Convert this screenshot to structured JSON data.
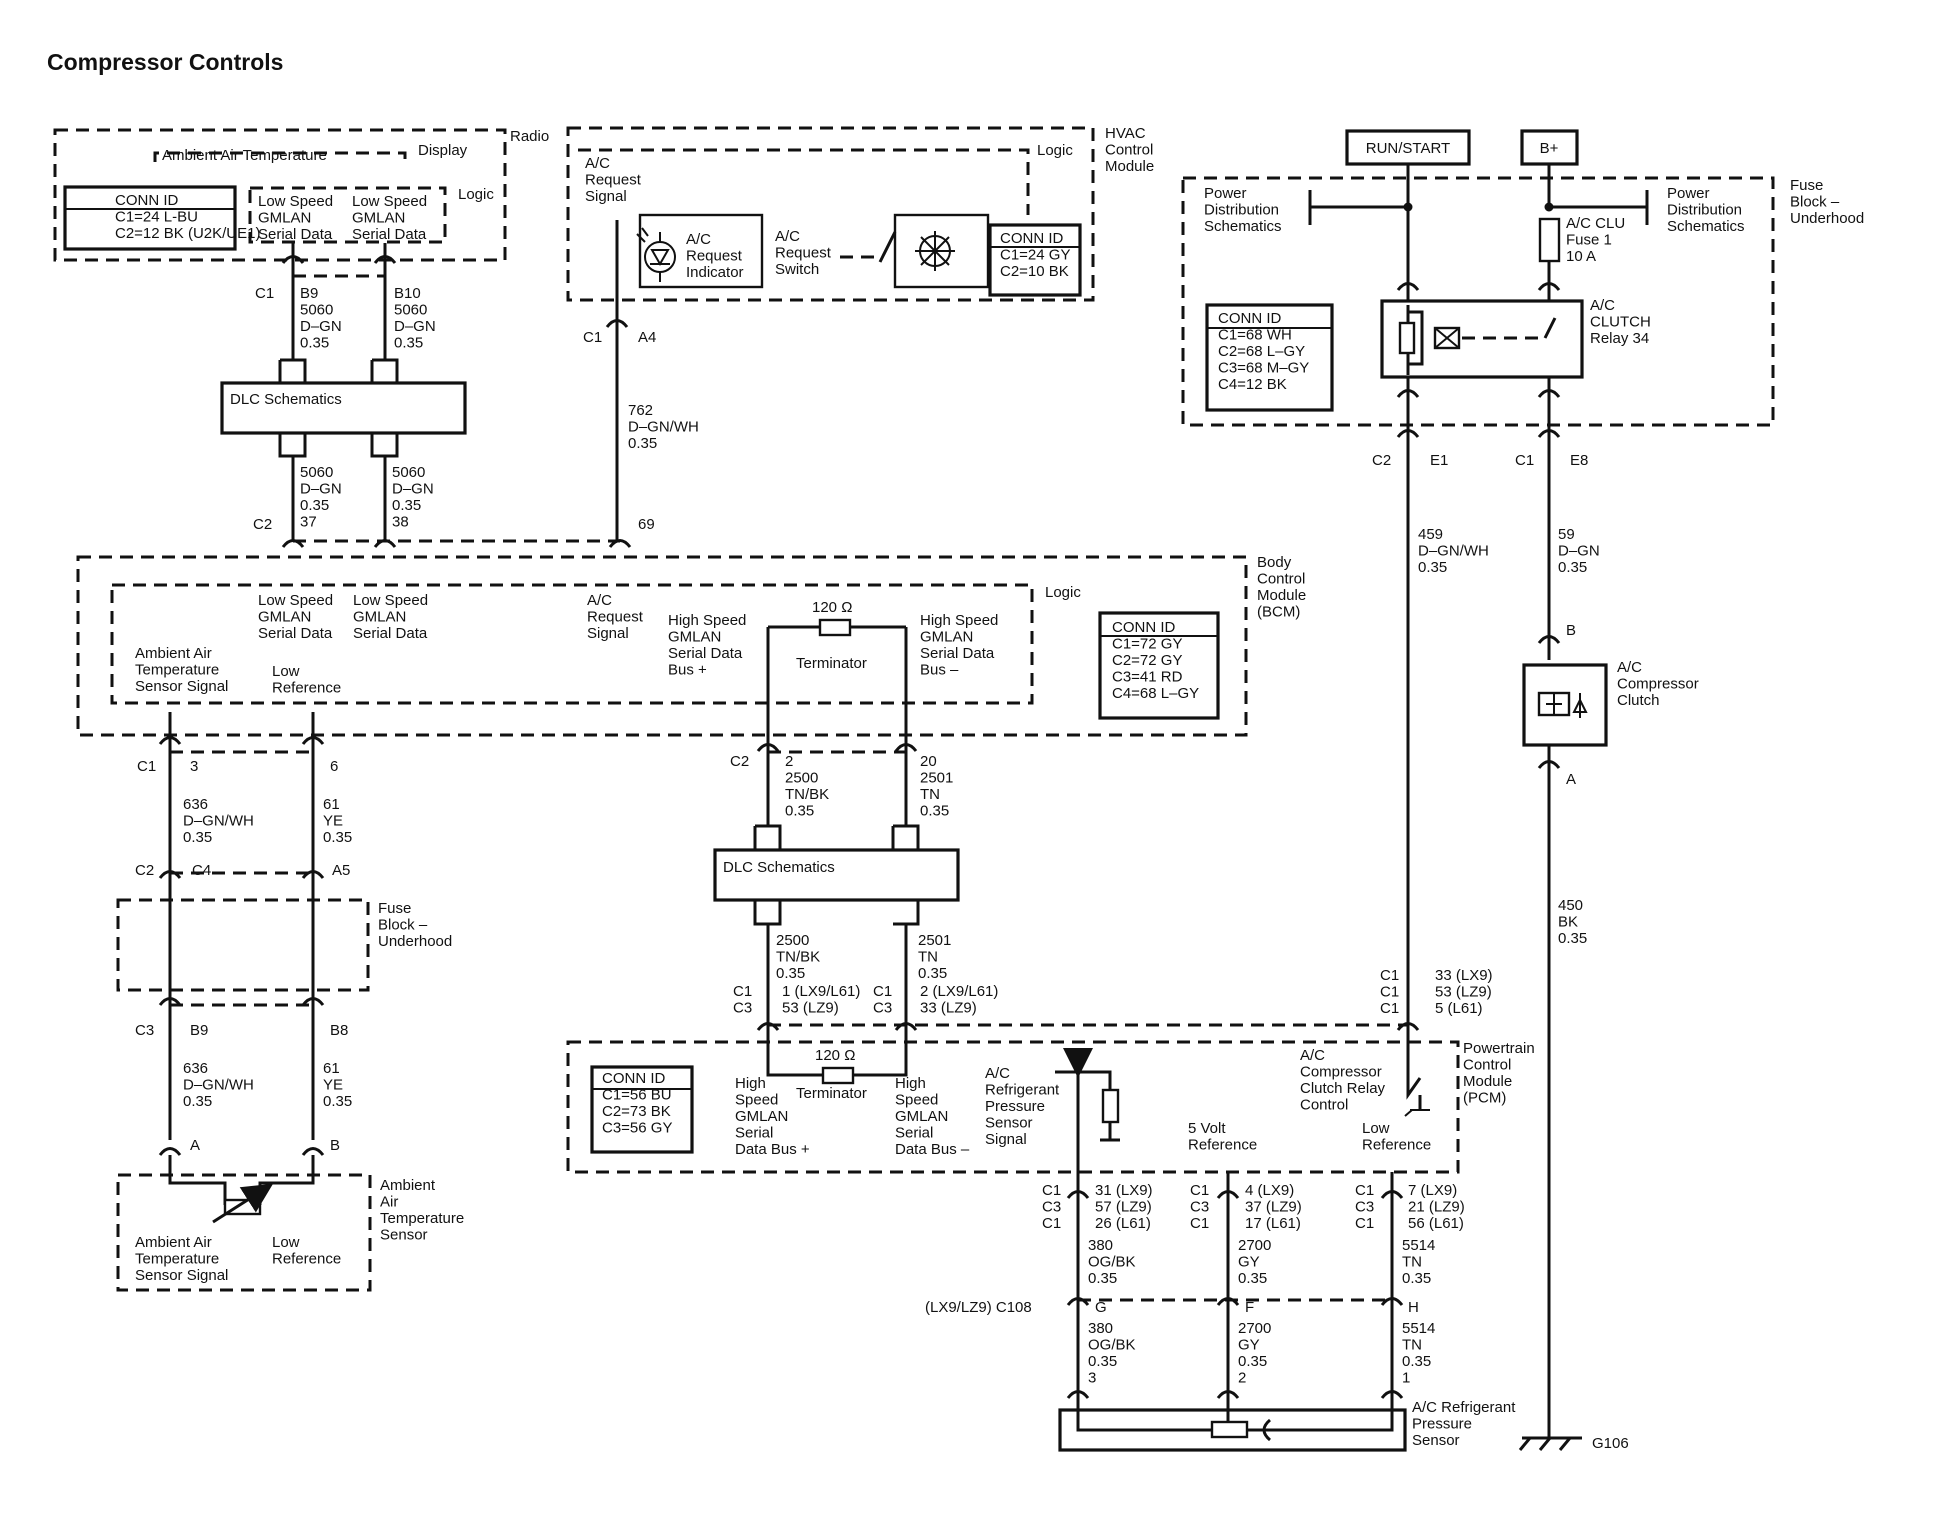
{
  "title": "Compressor Controls",
  "modules": {
    "radio": {
      "name": "Radio",
      "display": "Display",
      "logic": "Logic",
      "ambient": "Ambient Air Temperature",
      "conn": [
        "CONN ID",
        "C1=24 L-BU",
        "C2=12 BK (U2K/UE1)"
      ],
      "lsg1": [
        "Low Speed",
        "GMLAN",
        "Serial Data"
      ],
      "lsg2": [
        "Low Speed",
        "GMLAN",
        "Serial Data"
      ]
    },
    "hvac": {
      "name": [
        "HVAC",
        "Control",
        "Module"
      ],
      "logic": "Logic",
      "request": [
        "A/C",
        "Request",
        "Signal"
      ],
      "indicator": [
        "A/C",
        "Request",
        "Indicator"
      ],
      "switch": [
        "A/C",
        "Request",
        "Switch"
      ],
      "conn": [
        "CONN ID",
        "C1=24 GY",
        "C2=10 BK"
      ]
    },
    "fuse_top": {
      "name": [
        "Fuse",
        "Block –",
        "Underhood"
      ],
      "pds1": [
        "Power",
        "Distribution",
        "Schematics"
      ],
      "pds2": [
        "Power",
        "Distribution",
        "Schematics"
      ],
      "fuse": [
        "A/C CLU",
        "Fuse 1",
        "10 A"
      ],
      "relay": [
        "A/C",
        "CLUTCH",
        "Relay 34"
      ],
      "conn": [
        "CONN ID",
        "C1=68 WH",
        "C2=68 L–GY",
        "C3=68 M–GY",
        "C4=12 BK"
      ]
    },
    "bcm": {
      "name": [
        "Body",
        "Control",
        "Module",
        "(BCM)"
      ],
      "logic": "Logic",
      "lsg1": [
        "Low Speed",
        "GMLAN",
        "Serial Data"
      ],
      "lsg2": [
        "Low Speed",
        "GMLAN",
        "Serial Data"
      ],
      "acreq": [
        "A/C",
        "Request",
        "Signal"
      ],
      "hsp": [
        "High Speed",
        "GMLAN",
        "Serial Data",
        "Bus +"
      ],
      "hsm": [
        "High Speed",
        "GMLAN",
        "Serial Data",
        "Bus –"
      ],
      "term_ohm": "120 Ω",
      "terminator": "Terminator",
      "amb": [
        "Ambient Air",
        "Temperature",
        "Sensor Signal"
      ],
      "lowref": [
        "Low",
        "Reference"
      ],
      "conn": [
        "CONN ID",
        "C1=72 GY",
        "C2=72 GY",
        "C3=41 RD",
        "C4=68 L–GY"
      ]
    },
    "fuse_left": {
      "name": [
        "Fuse",
        "Block –",
        "Underhood"
      ]
    },
    "ambient_sensor": {
      "name": [
        "Ambient",
        "Air",
        "Temperature",
        "Sensor"
      ],
      "sig": [
        "Ambient Air",
        "Temperature",
        "Sensor Signal"
      ],
      "lowref": [
        "Low",
        "Reference"
      ]
    },
    "pcm": {
      "name": [
        "Powertrain",
        "Control",
        "Module",
        "(PCM)"
      ],
      "conn": [
        "CONN ID",
        "C1=56 BU",
        "C2=73 BK",
        "C3=56 GY"
      ],
      "term_ohm": "120 Ω",
      "terminator": "Terminator",
      "hsp": [
        "High",
        "Speed",
        "GMLAN",
        "Serial",
        "Data Bus +"
      ],
      "hsm": [
        "High",
        "Speed",
        "GMLAN",
        "Serial",
        "Data Bus –"
      ],
      "pressure": [
        "A/C",
        "Refrigerant",
        "Pressure",
        "Sensor",
        "Signal"
      ],
      "fivev": [
        "5 Volt",
        "Reference"
      ],
      "lowref": [
        "Low",
        "Reference"
      ],
      "relayctl": [
        "A/C",
        "Compressor",
        "Clutch Relay",
        "Control"
      ]
    },
    "clutch": {
      "name": [
        "A/C",
        "Compressor",
        "Clutch"
      ],
      "pin_b": "B",
      "pin_a": "A"
    },
    "pressure_sensor": {
      "name": [
        "A/C Refrigerant",
        "Pressure",
        "Sensor"
      ]
    },
    "dlc1": "DLC Schematics",
    "dlc2": "DLC Schematics"
  },
  "power": {
    "run_start": "RUN/START",
    "bplus": "B+"
  },
  "wires": {
    "radio_c1": "C1",
    "radio_b9": [
      "B9",
      "5060",
      "D–GN",
      "0.35"
    ],
    "radio_b10": [
      "B10",
      "5060",
      "D–GN",
      "0.35"
    ],
    "dlc_out1": [
      "5060",
      "D–GN",
      "0.35",
      "37"
    ],
    "dlc_out2": [
      "5060",
      "D–GN",
      "0.35",
      "38"
    ],
    "bcm_c2": "C2",
    "hvac_c1": "C1",
    "hvac_a4": "A4",
    "w762": [
      "762",
      "D–GN/WH",
      "0.35"
    ],
    "bcm_69": "69",
    "fuse_c2": "C2",
    "fuse_e1": "E1",
    "fuse_c1": "C1",
    "fuse_e8": "E8",
    "w459": [
      "459",
      "D–GN/WH",
      "0.35"
    ],
    "w59": [
      "59",
      "D–GN",
      "0.35"
    ],
    "w450": [
      "450",
      "BK",
      "0.35"
    ],
    "bcm_c1": "C1",
    "bcm_3": "3",
    "bcm_6": "6",
    "w636a": [
      "636",
      "D–GN/WH",
      "0.35"
    ],
    "w61a": [
      "61",
      "YE",
      "0.35"
    ],
    "fb_c2": "C2",
    "fb_c4": "C4",
    "fb_a5": "A5",
    "fb_c3": "C3",
    "fb_b9": "B9",
    "fb_b8": "B8",
    "w636b": [
      "636",
      "D–GN/WH",
      "0.35"
    ],
    "w61b": [
      "61",
      "YE",
      "0.35"
    ],
    "amb_a": "A",
    "amb_b": "B",
    "bcm_c2b": "C2",
    "w2500a": [
      "2",
      "2500",
      "TN/BK",
      "0.35"
    ],
    "w2501a": [
      "20",
      "2501",
      "TN",
      "0.35"
    ],
    "w2500b": [
      "2500",
      "TN/BK",
      "0.35"
    ],
    "w2501b": [
      "2501",
      "TN",
      "0.35"
    ],
    "pcm_l_conn": [
      "C1",
      "C3"
    ],
    "pcm_l_pins": [
      "1 (LX9/L61)",
      "53 (LZ9)"
    ],
    "pcm_m_conn": [
      "C1",
      "C3"
    ],
    "pcm_m_pins": [
      "2 (LX9/L61)",
      "33 (LZ9)"
    ],
    "pcm_r_conn": [
      "C1",
      "C1",
      "C1"
    ],
    "pcm_r_pins": [
      "33 (LX9)",
      "53 (LZ9)",
      "5 (L61)"
    ],
    "p1_conn": [
      "C1",
      "C3",
      "C1"
    ],
    "p1_pins": [
      "31 (LX9)",
      "57 (LZ9)",
      "26 (L61)"
    ],
    "p2_conn": [
      "C1",
      "C3",
      "C1"
    ],
    "p2_pins": [
      "4 (LX9)",
      "37 (LZ9)",
      "17 (L61)"
    ],
    "p3_conn": [
      "C1",
      "C3",
      "C1"
    ],
    "p3_pins": [
      "7 (LX9)",
      "21 (LZ9)",
      "56 (L61)"
    ],
    "w380a": [
      "380",
      "OG/BK",
      "0.35"
    ],
    "w2700a": [
      "2700",
      "GY",
      "0.35"
    ],
    "w5514a": [
      "5514",
      "TN",
      "0.35"
    ],
    "c108": "(LX9/LZ9) C108",
    "c108_g": "G",
    "c108_f": "F",
    "c108_h": "H",
    "w380b": [
      "380",
      "OG/BK",
      "0.35",
      "3"
    ],
    "w2700b": [
      "2700",
      "GY",
      "0.35",
      "2"
    ],
    "w5514b": [
      "5514",
      "TN",
      "0.35",
      "1"
    ],
    "g106": "G106"
  }
}
